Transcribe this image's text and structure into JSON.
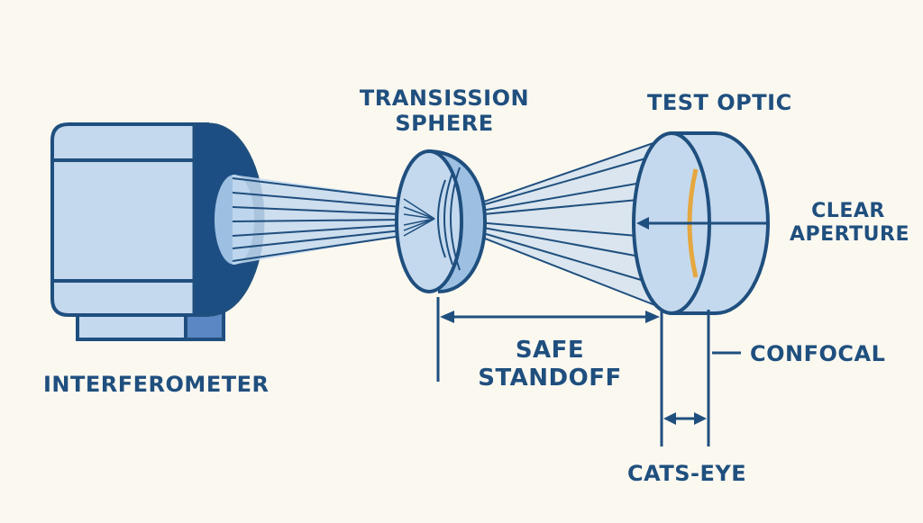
{
  "labels": {
    "interferometer": "INTERFEROMETER",
    "transmission_sphere_line1": "TRANSISSION",
    "transmission_sphere_line2": "SPHERE",
    "test_optic": "TEST OPTIC",
    "clear_aperture_line1": "CLEAR",
    "clear_aperture_line2": "APERTURE",
    "safe_standoff_line1": "SAFE",
    "safe_standoff_line2": "STANDOFF",
    "confocal": "CONFOCAL",
    "cats_eye": "CATS-EYE"
  },
  "colors": {
    "background": "#fbf8f0",
    "outline": "#1f4f7e",
    "dark_blue": "#1d4e83",
    "light_blue": "#c4d9ee",
    "medium_blue": "#9dc0e2",
    "accent_blue": "#5b88c4",
    "lens_coating": "#e5a73f"
  }
}
